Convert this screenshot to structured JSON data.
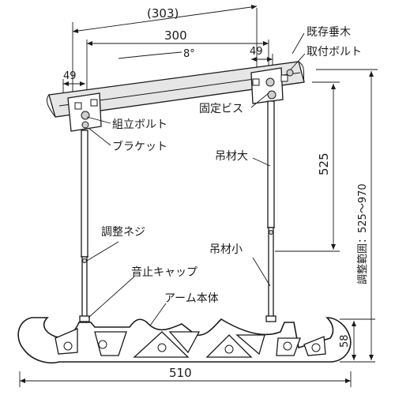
{
  "dimensions": {
    "top_overall": "(303)",
    "top_span": "300",
    "angle": "8°",
    "left_offset": "49",
    "right_offset": "49",
    "hanging_length": "525",
    "adjust_range": "調整範囲：525～970",
    "bottom_width": "510",
    "arm_height": "58"
  },
  "labels": {
    "existing_beam": "既存垂木",
    "mount_bolt": "取付ボルト",
    "fixing_screw": "固定ビス",
    "assembly_bolt": "組立ボルト",
    "bracket": "ブラケット",
    "hanging_large": "吊材大",
    "adjust_screw": "調整ネジ",
    "hanging_small": "吊材小",
    "silencer_cap": "音止キャップ",
    "arm_body": "アーム本体"
  }
}
